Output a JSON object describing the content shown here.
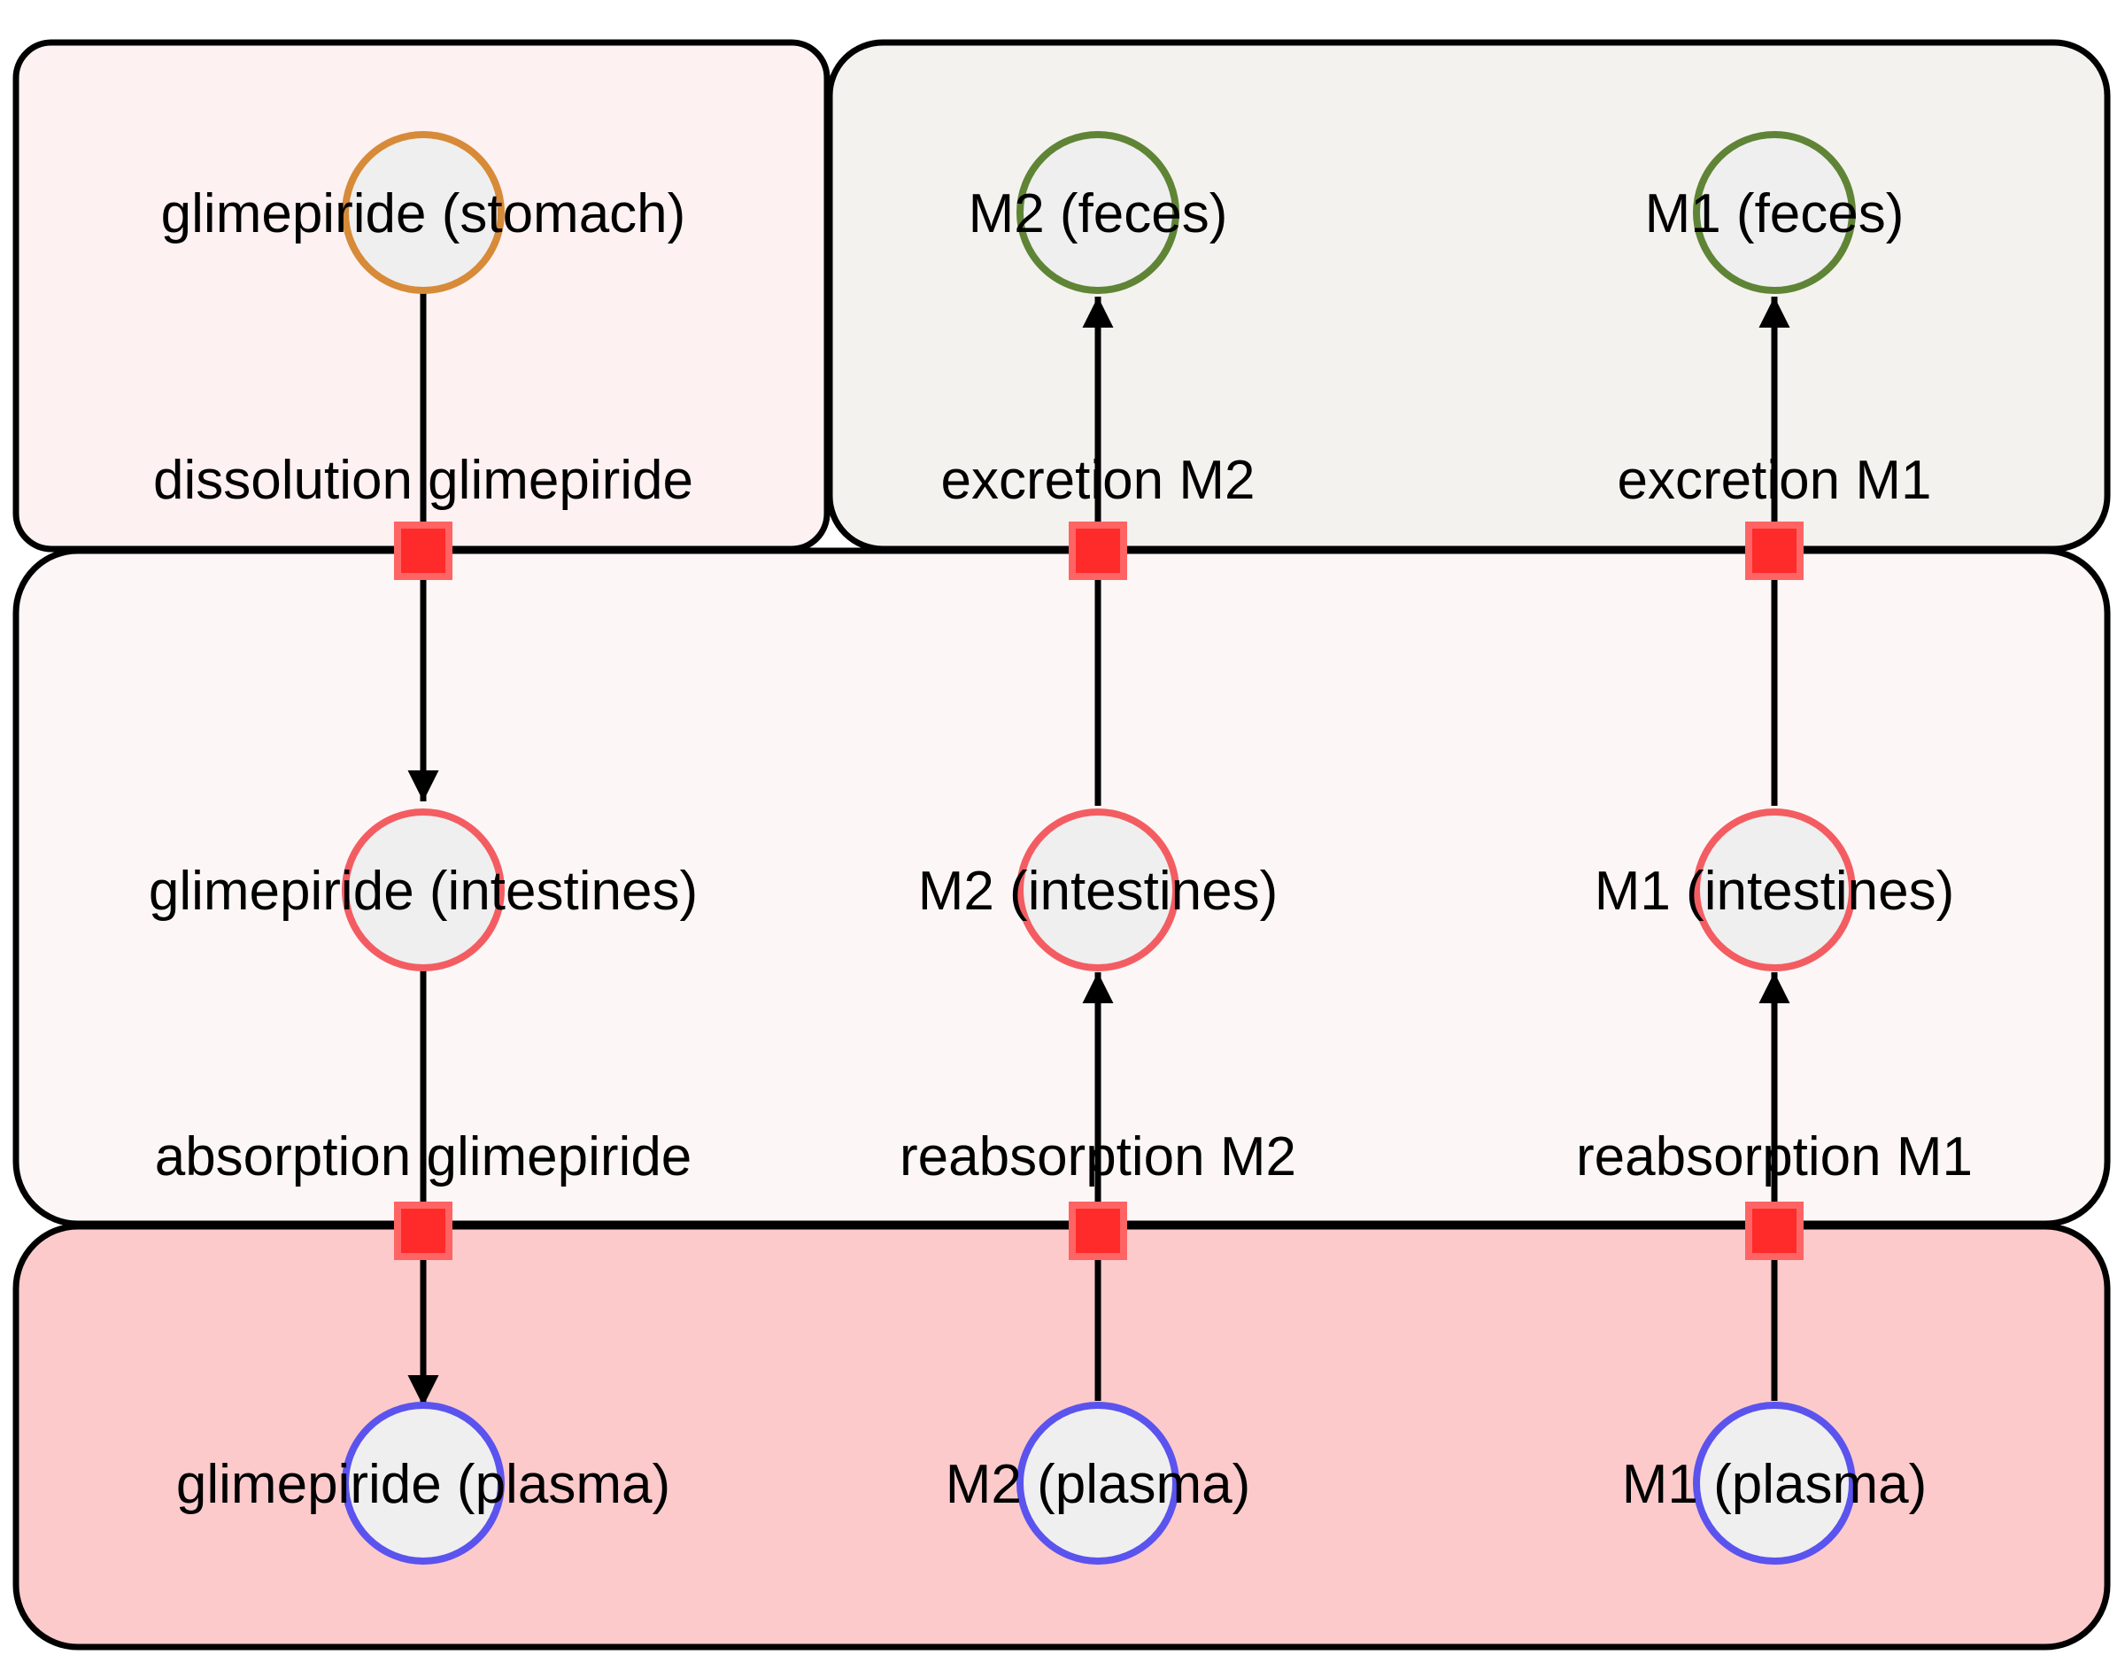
{
  "colors": {
    "stomach_bg": "#fdf1f2",
    "feces_bg": "#f4f2ee",
    "intestines_bg": "#fdf6f6",
    "plasma_bg": "#fdcacb",
    "stomach_stroke": "#d78a38",
    "feces_stroke": "#5f8436",
    "intestines_stroke": "#f35d62",
    "plasma_stroke": "#5b53ee",
    "node_fill": "#efefef",
    "reaction_fill": "#ff2a2a"
  },
  "species": {
    "glimepiride_stomach": "glimepiride (stomach)",
    "m2_feces": "M2 (feces)",
    "m1_feces": "M1 (feces)",
    "glimepiride_intestines": "glimepiride (intestines)",
    "m2_intestines": "M2 (intestines)",
    "m1_intestines": "M1 (intestines)",
    "glimepiride_plasma": "glimepiride (plasma)",
    "m2_plasma": "M2 (plasma)",
    "m1_plasma": "M1 (plasma)"
  },
  "reactions": {
    "dissolution_glimepiride": "dissolution glimepiride",
    "excretion_m2": "excretion M2",
    "excretion_m1": "excretion M1",
    "absorption_glimepiride": "absorption glimepiride",
    "reabsorption_m2": "reabsorption M2",
    "reabsorption_m1": "reabsorption M1"
  }
}
